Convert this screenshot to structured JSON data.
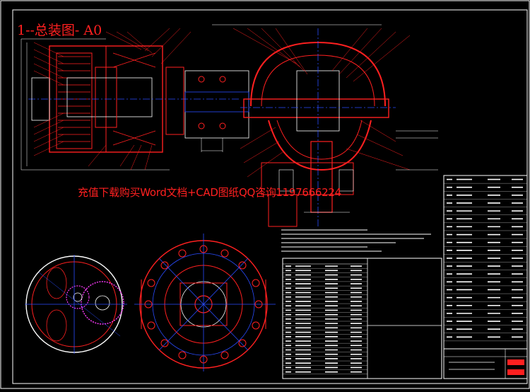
{
  "drawing": {
    "title": "1--总装图- A0",
    "watermark": "充值下载购买Word文档+CAD图纸QQ咨询1197666224"
  },
  "colors": {
    "background": "#000000",
    "frame": "#ffffff",
    "part_outline": "#ff2020",
    "center_line": "#2a4cff",
    "dimension": "#ffffff",
    "accent": "#ff3bff"
  },
  "parts_list": {
    "row_count": 26,
    "right_row_count": 22
  }
}
